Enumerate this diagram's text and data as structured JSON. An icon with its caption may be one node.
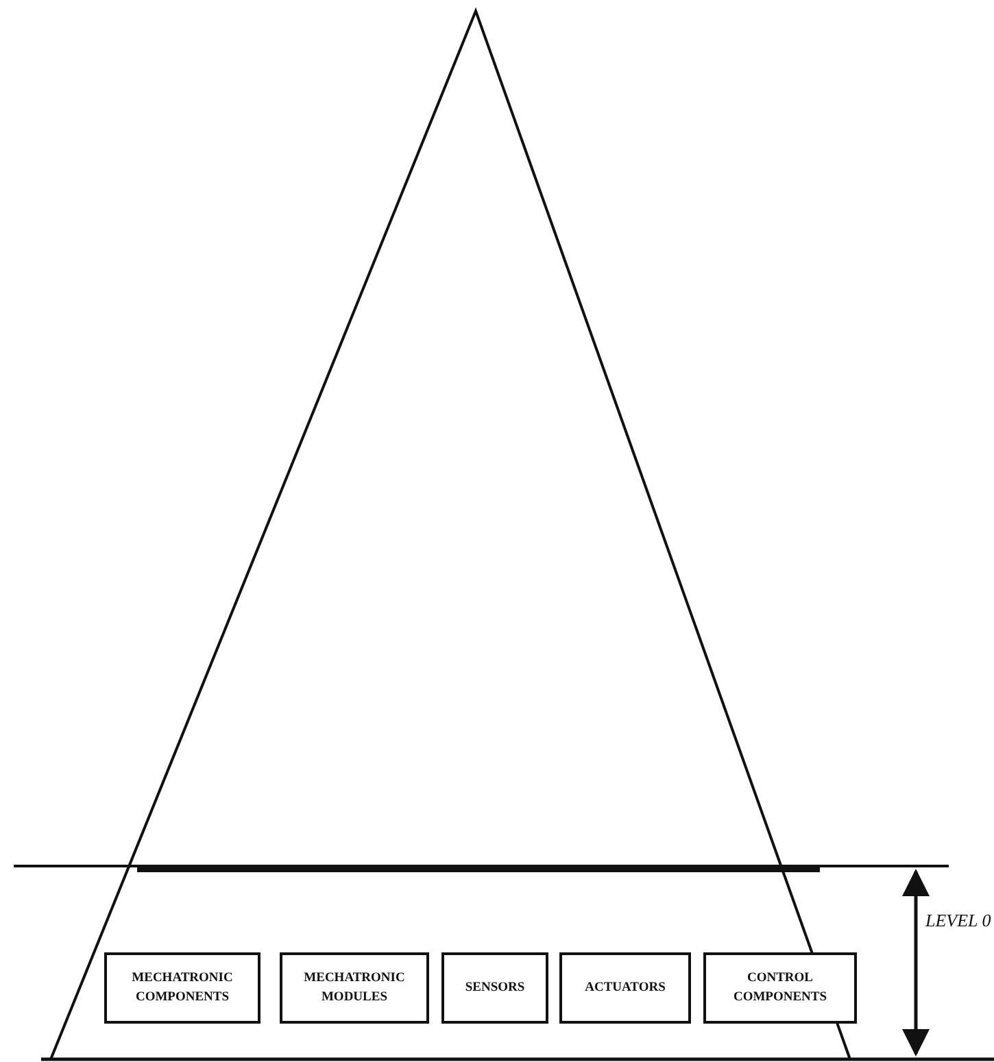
{
  "diagram": {
    "nodes": [
      {
        "text": [
          "MECHATRONIC COMPONENTS"
        ]
      },
      {
        "text": [
          "MECHATRONIC MODULES"
        ]
      },
      {
        "text": [
          "SENSORS"
        ]
      },
      {
        "text": [
          "ACTUATORS"
        ]
      },
      {
        "text": [
          "CONTROL COMPONENTS"
        ]
      }
    ],
    "edges": [],
    "labels": [
      "LEVEL 0"
    ]
  }
}
